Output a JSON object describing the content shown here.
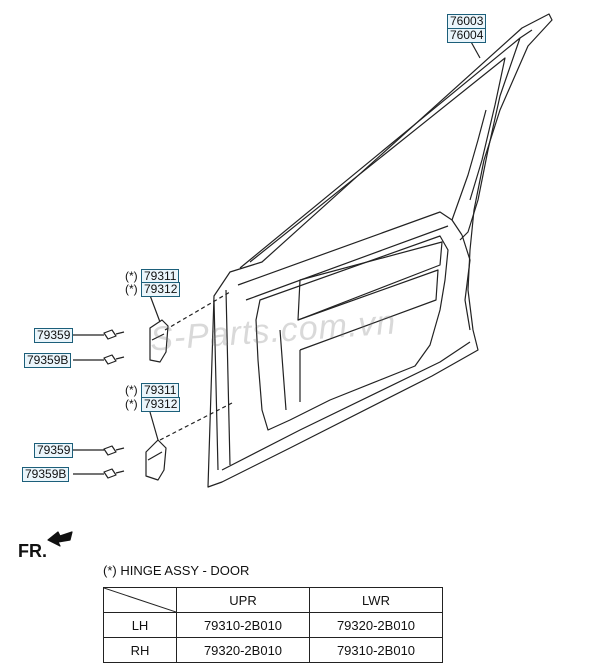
{
  "watermark": "S-Parts.com.vn",
  "callouts": {
    "door_top": "76003",
    "door_bottom": "76004",
    "upper_hinge_star_1": "(*)",
    "upper_hinge_1": "79311",
    "upper_hinge_star_2": "(*)",
    "upper_hinge_2": "79312",
    "upper_bolt": "79359",
    "upper_bolt_b": "79359B",
    "lower_hinge_star_1": "(*)",
    "lower_hinge_1": "79311",
    "lower_hinge_star_2": "(*)",
    "lower_hinge_2": "79312",
    "lower_bolt": "79359",
    "lower_bolt_b": "79359B"
  },
  "direction_label": "FR.",
  "note": "(*) HINGE ASSY - DOOR",
  "table": {
    "headers": [
      "",
      "UPR",
      "LWR"
    ],
    "rows": [
      {
        "side": "LH",
        "upr": "79310-2B010",
        "lwr": "79320-2B010"
      },
      {
        "side": "RH",
        "upr": "79320-2B010",
        "lwr": "79310-2B010"
      }
    ]
  }
}
